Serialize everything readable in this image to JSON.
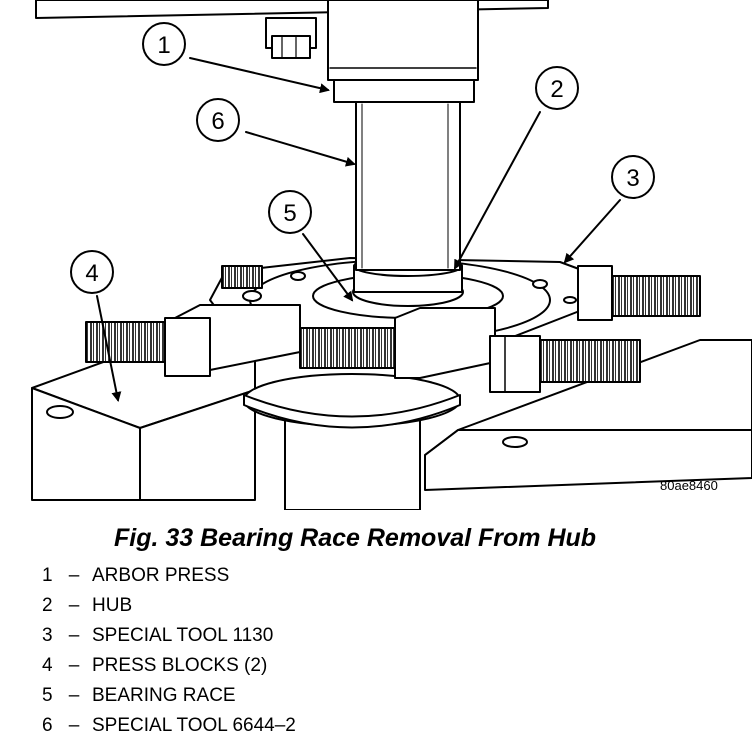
{
  "figure": {
    "callouts": [
      "1",
      "2",
      "3",
      "4",
      "5",
      "6"
    ],
    "figure_id": "80ae8460"
  },
  "caption": "Fig. 33 Bearing Race Removal From Hub",
  "legend": [
    {
      "num": "1",
      "dash": "–",
      "label": "ARBOR PRESS"
    },
    {
      "num": "2",
      "dash": "–",
      "label": "HUB"
    },
    {
      "num": "3",
      "dash": "–",
      "label": "SPECIAL TOOL 1130"
    },
    {
      "num": "4",
      "dash": "–",
      "label": "PRESS BLOCKS (2)"
    },
    {
      "num": "5",
      "dash": "–",
      "label": "BEARING RACE"
    },
    {
      "num": "6",
      "dash": "–",
      "label": "SPECIAL TOOL 6644–2"
    }
  ]
}
